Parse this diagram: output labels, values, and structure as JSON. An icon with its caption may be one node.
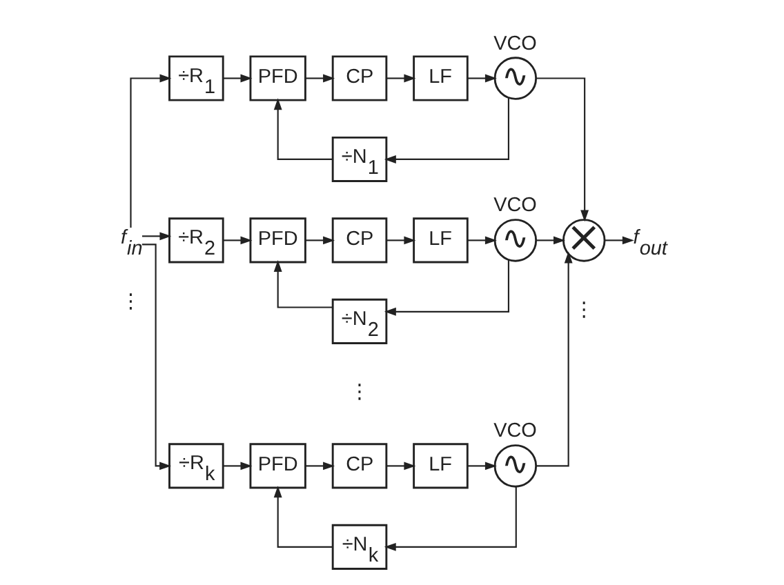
{
  "diagram": {
    "nodes": [
      {
        "text": [
          "÷R$_{1}$"
        ]
      },
      {
        "text": [
          "PFD"
        ]
      },
      {
        "text": [
          "CP"
        ]
      },
      {
        "text": [
          "LF"
        ]
      },
      {
        "text": [
          "VCO",
          "∿"
        ]
      },
      {
        "text": [
          "÷N$_{1}$"
        ]
      },
      {
        "text": [
          "f$_{in}$"
        ]
      },
      {
        "text": [
          "÷R$_{2}$"
        ]
      },
      {
        "text": [
          "PFD"
        ]
      },
      {
        "text": [
          "CP"
        ]
      },
      {
        "text": [
          "LF"
        ]
      },
      {
        "text": [
          "VCO",
          "∿"
        ]
      },
      {
        "text": [
          "×"
        ]
      },
      {
        "text": [
          "f$_{out}$"
        ]
      },
      {
        "text": [
          "÷N$_{2}$"
        ]
      },
      {
        "text": [
          "÷R$_{k}$"
        ]
      },
      {
        "text": [
          "PFD"
        ]
      },
      {
        "text": [
          "CP"
        ]
      },
      {
        "text": [
          "LF"
        ]
      },
      {
        "text": [
          "VCO",
          "∿"
        ]
      },
      {
        "text": [
          "÷N$_{k}$"
        ]
      }
    ],
    "edges": [
      {
        "from": 6,
        "to": 0,
        "arrow": "to"
      },
      {
        "from": 6,
        "to": 7,
        "arrow": "to"
      },
      {
        "from": 6,
        "to": 15,
        "arrow": "to"
      },
      {
        "from": 0,
        "to": 1,
        "arrow": "to"
      },
      {
        "from": 1,
        "to": 2,
        "arrow": "to"
      },
      {
        "from": 2,
        "to": 3,
        "arrow": "to"
      },
      {
        "from": 3,
        "to": 4,
        "arrow": "to"
      },
      {
        "from": 4,
        "to": 5,
        "arrow": "to"
      },
      {
        "from": 5,
        "to": 1,
        "arrow": "to"
      },
      {
        "from": 4,
        "to": 12,
        "arrow": "to"
      },
      {
        "from": 7,
        "to": 8,
        "arrow": "to"
      },
      {
        "from": 8,
        "to": 9,
        "arrow": "to"
      },
      {
        "from": 9,
        "to": 10,
        "arrow": "to"
      },
      {
        "from": 10,
        "to": 11,
        "arrow": "to"
      },
      {
        "from": 11,
        "to": 14,
        "arrow": "to"
      },
      {
        "from": 14,
        "to": 8,
        "arrow": "to"
      },
      {
        "from": 11,
        "to": 12,
        "arrow": "to"
      },
      {
        "from": 12,
        "to": 13,
        "arrow": "to"
      },
      {
        "from": 15,
        "to": 16,
        "arrow": "to"
      },
      {
        "from": 16,
        "to": 17,
        "arrow": "to"
      },
      {
        "from": 17,
        "to": 18,
        "arrow": "to"
      },
      {
        "from": 18,
        "to": 19,
        "arrow": "to"
      },
      {
        "from": 19,
        "to": 20,
        "arrow": "to"
      },
      {
        "from": 20,
        "to": 16,
        "arrow": "to"
      },
      {
        "from": 19,
        "to": 12,
        "arrow": "to"
      }
    ],
    "labels": [
      "⋮",
      "⋮",
      "⋮"
    ]
  }
}
